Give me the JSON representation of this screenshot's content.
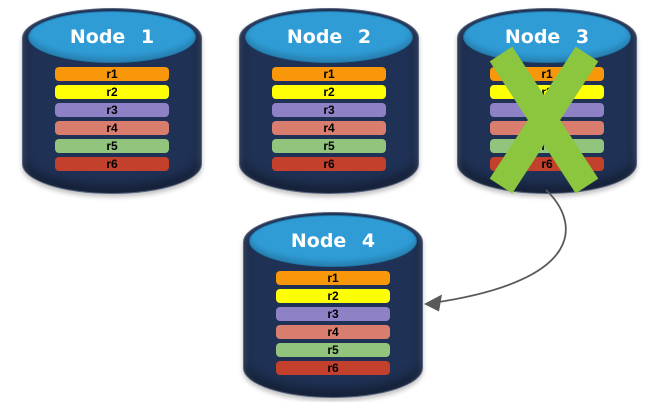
{
  "diagram": {
    "description": "Four database nodes with replicated rows r1-r6; Node 3 has failed (green X) and its data fails over to Node 4 (gray curved arrow).",
    "nodes": [
      {
        "title": "Node 1",
        "status": "healthy"
      },
      {
        "title": "Node 2",
        "status": "healthy"
      },
      {
        "title": "Node 3",
        "status": "failed"
      },
      {
        "title": "Node 4",
        "status": "healthy"
      }
    ],
    "rows": [
      {
        "label": "r1",
        "color": "#F79709"
      },
      {
        "label": "r2",
        "color": "#FFFF05"
      },
      {
        "label": "r3",
        "color": "#8F81C6"
      },
      {
        "label": "r4",
        "color": "#D97E6F"
      },
      {
        "label": "r5",
        "color": "#92C47D"
      },
      {
        "label": "r6",
        "color": "#C2402C"
      }
    ],
    "colors": {
      "background": "#FFFFFF",
      "cylinder_body": "#1F3154",
      "cylinder_top": "#2F9CD6",
      "title_text": "#FFFFFF",
      "row_label_text": "#000000"
    },
    "failure_mark": {
      "on_node": "Node 3",
      "shape": "x-mark",
      "color": "#8CC63F"
    },
    "arrow": {
      "from": "Node 3",
      "to": "Node 4",
      "color": "#595959"
    }
  }
}
